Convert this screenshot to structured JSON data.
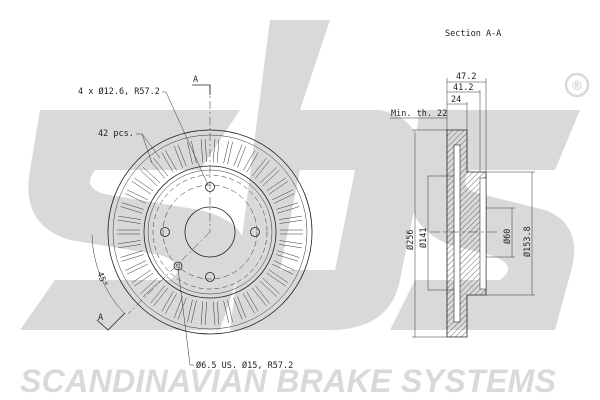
{
  "section_title": "Section A-A",
  "callouts": {
    "bolt_holes": "4 x Ø12.6, R57.2",
    "vanes": "42 pcs.",
    "small_hole": "Ø6.5 US. Ø15, R57.2",
    "angle": "45°",
    "section_marker_top": "A",
    "section_marker_bottom": "A"
  },
  "dimensions": {
    "overall_height": "47.2",
    "height_2": "41.2",
    "thickness": "24",
    "min_thickness": "Min. th. 22",
    "outer_diameter": "Ø256",
    "diameter_141": "Ø141",
    "center_bore": "Ø60",
    "diameter_153": "Ø153.8"
  },
  "brand": {
    "logo_text": "sbs",
    "registered": "®",
    "footer": "SCANDINAVIAN BRAKE SYSTEMS"
  },
  "colors": {
    "logo": "#d9d9d9",
    "line": "#222222"
  }
}
